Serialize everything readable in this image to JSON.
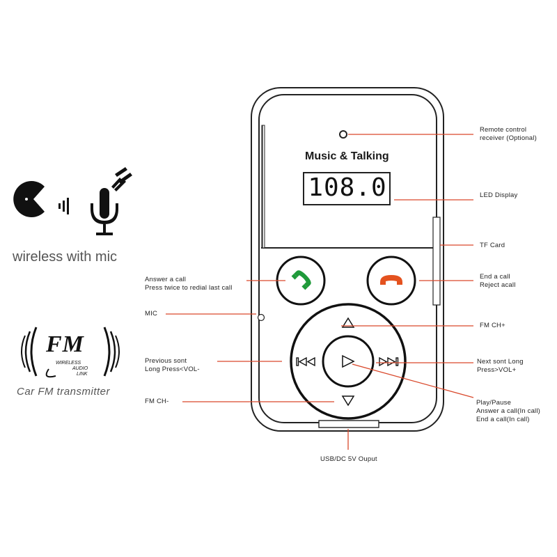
{
  "device": {
    "title": "Music & Talking",
    "display_value": "108.0"
  },
  "labels": {
    "remote": [
      "Remote control",
      "receiver (Optional)"
    ],
    "led": [
      "LED Display"
    ],
    "tf": [
      "TF Card"
    ],
    "answer": [
      "Answer a call",
      "Press twice to redial last call"
    ],
    "endcall": [
      "End a call",
      "Reject acall"
    ],
    "mic": [
      "MIC"
    ],
    "fmch_plus": [
      "FM CH+"
    ],
    "prev": [
      "Previous sont",
      "Long Press<VOL-"
    ],
    "next": [
      "Next sont Long",
      "Press>VOL+"
    ],
    "fmch_minus": [
      "FM CH-"
    ],
    "play": [
      "Play/Pause",
      "Answer a call(In call)",
      "End a call(In call)"
    ],
    "usb": [
      "USB/DC 5V Ouput"
    ]
  },
  "badges": {
    "wireless_caption": "wireless with mic",
    "fm_logo_text": "FM",
    "fm_logo_sub": [
      "WIRELESS",
      "AUDIO",
      "LINK"
    ],
    "fm_caption": "Car FM transmitter"
  },
  "colors": {
    "leader_line": "#d9482b",
    "answer_icon": "#1f9a3a",
    "end_icon": "#e4521f",
    "outline": "#222222"
  },
  "icons": [
    "pacman-icon",
    "microphone-icon",
    "phone-answer-icon",
    "phone-end-icon",
    "arrow-up-icon",
    "arrow-down-icon",
    "previous-track-icon",
    "next-track-icon",
    "play-icon",
    "fm-logo-icon"
  ]
}
